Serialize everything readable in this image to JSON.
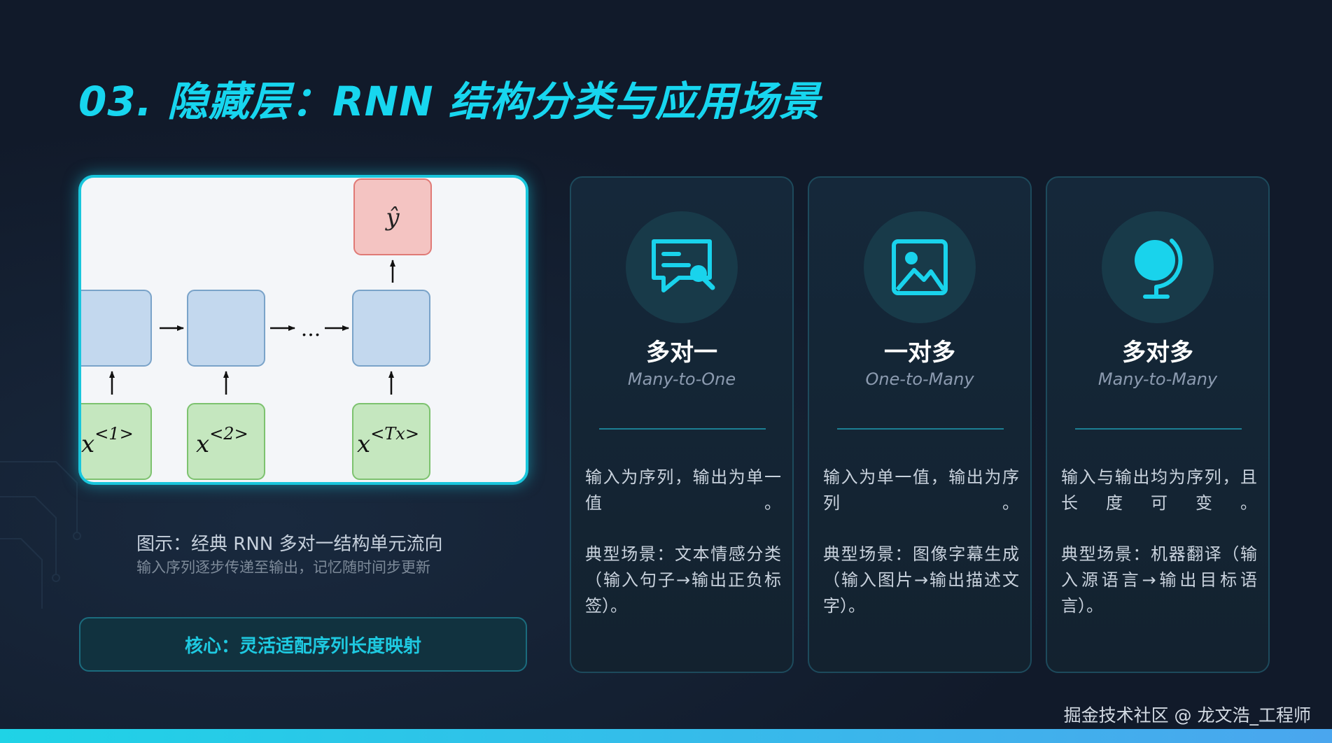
{
  "title": "03. 隐藏层：RNN 结构分类与应用场景",
  "diagram": {
    "output_label": "ŷ",
    "inputs": [
      "x",
      "x",
      "x"
    ],
    "input_sups": [
      "<1>",
      "<2>",
      "<Tx>"
    ],
    "ellipsis": "...",
    "caption_main": "图示：经典 RNN 多对一结构单元流向",
    "caption_sub": "输入序列逐步传递至输出，记忆随时间步更新"
  },
  "core": "核心：灵活适配序列长度映射",
  "cards": [
    {
      "icon": "chat-search-icon",
      "title": "多对一",
      "subtitle": "Many-to-One",
      "desc": "输入为序列，输出为单一值。",
      "scene": "典型场景：文本情感分类（输入句子→输出正负标签）。"
    },
    {
      "icon": "image-icon",
      "title": "一对多",
      "subtitle": "One-to-Many",
      "desc": "输入为单一值，输出为序列。",
      "scene": "典型场景：图像字幕生成（输入图片→输出描述文字）。"
    },
    {
      "icon": "globe-icon",
      "title": "多对多",
      "subtitle": "Many-to-Many",
      "desc": "输入与输出均为序列，且长度可变。",
      "scene": "典型场景：机器翻译（输入源语言→输出目标语言）。"
    }
  ],
  "credit": "掘金技术社区 @ 龙文浩_工程师",
  "colors": {
    "accent": "#17d6ef",
    "background": "#111a2a",
    "hidden_cell": "#c3d8ee",
    "input_cell": "#c5e7bf",
    "output_cell": "#f4c4c2"
  }
}
